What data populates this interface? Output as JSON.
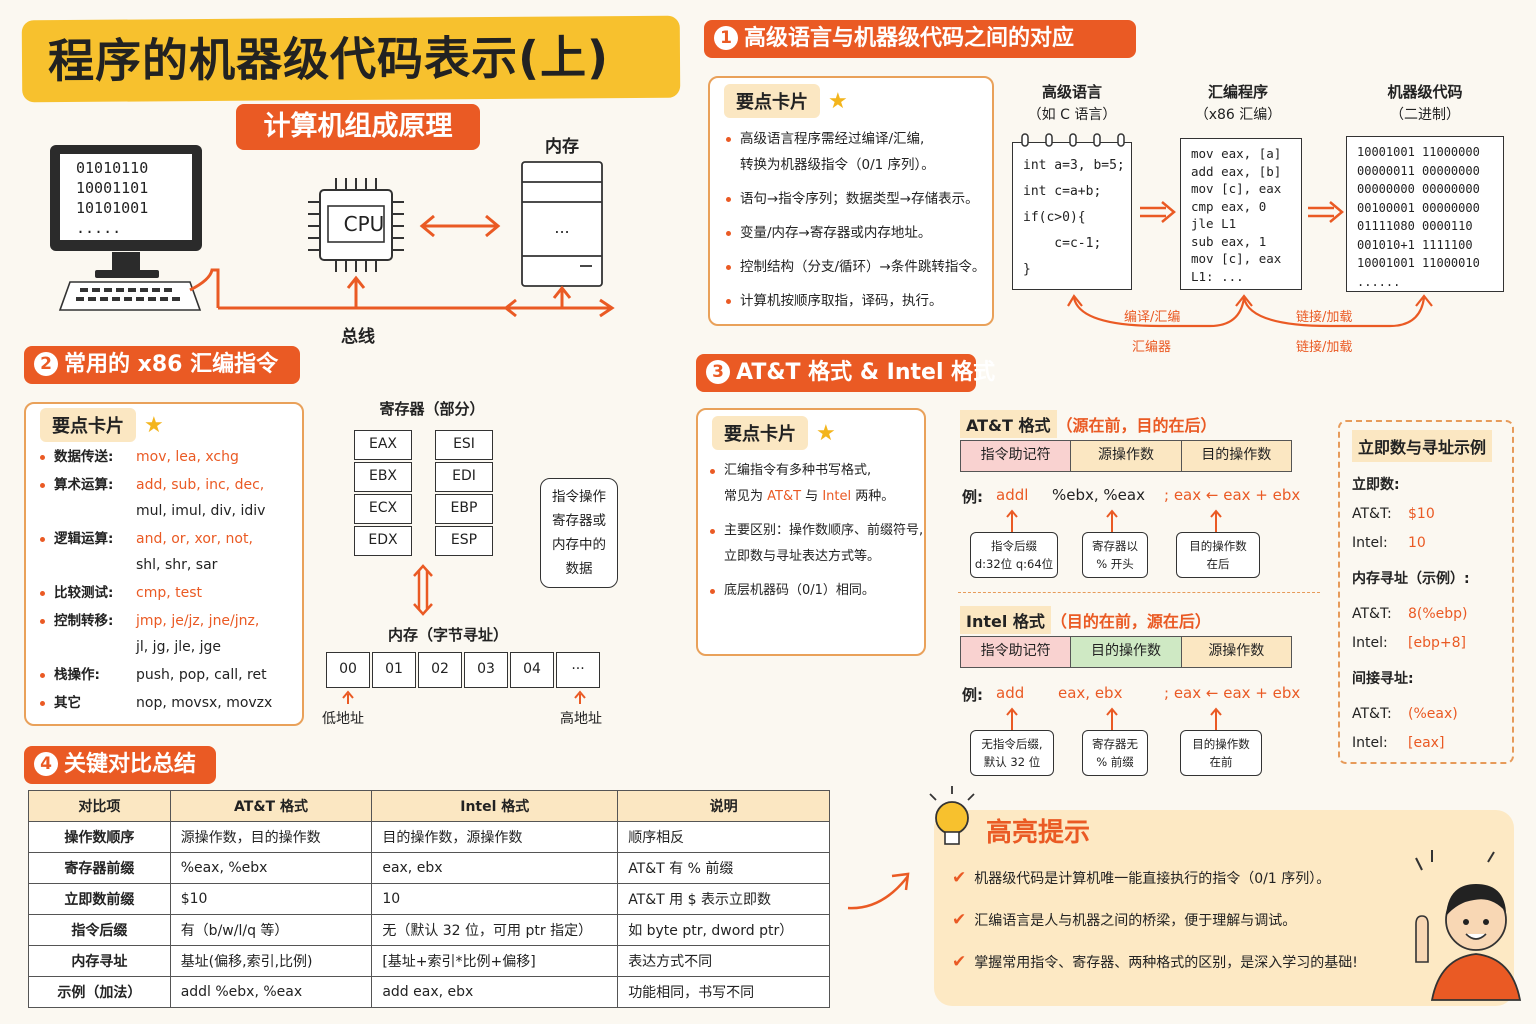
{
  "title": "程序的机器级代码表示(上)",
  "subtitle": "计算机组成原理",
  "diagram": {
    "screen_lines": [
      "01010110",
      "10001101",
      "10101001",
      "....."
    ],
    "cpu": "CPU",
    "memory_label": "内存",
    "memory_dots": "...",
    "bus_label": "总线"
  },
  "sec1": {
    "num": "1",
    "title": "高级语言与机器级代码之间的对应",
    "card_tag": "要点卡片",
    "bullets": [
      "高级语言程序需经过编译/汇编,",
      "转换为机器级指令（0/1 序列）。",
      "语句→指令序列；数据类型→存储表示。",
      "变量/内存→寄存器或内存地址。",
      "控制结构（分支/循环）→条件跳转指令。",
      "计算机按顺序取指，译码，执行。"
    ],
    "col1_title": "高级语言",
    "col1_sub": "（如 C 语言）",
    "col2_title": "汇编程序",
    "col2_sub": "（x86 汇编）",
    "col3_title": "机器级代码",
    "col3_sub": "（二进制）",
    "c_code": "int a=3, b=5;\n\nint c=a+b;\n\nif(c>0){\n\n    c=c-1;\n\n}",
    "asm_code": "mov eax, [a]\nadd eax, [b]\nmov [c], eax\ncmp eax, 0\njle L1\nsub eax, 1\nmov [c], eax\nL1: ...",
    "bin_code": "10001001 11000000\n00000011 00000000\n00000000 00000000\n00100001 00000000\n01111080 0000110\n001010+1 1111100\n10001001 11000010\n......",
    "lbl_compile": "编译/汇编",
    "lbl_assembler": "汇编器",
    "lbl_link1": "链接/加载",
    "lbl_link2": "链接/加载"
  },
  "sec2": {
    "num": "2",
    "title": "常用的 x86 汇编指令",
    "card_tag": "要点卡片",
    "rows": [
      {
        "k": "数据传送:",
        "v": "mov, lea, xchg",
        "v2": ""
      },
      {
        "k": "算术运算:",
        "v": "add, sub, inc, dec,",
        "v2": "mul, imul, div, idiv"
      },
      {
        "k": "逻辑运算:",
        "v": "and, or, xor, not,",
        "v2": "shl, shr, sar"
      },
      {
        "k": "比较测试:",
        "v": "cmp, test",
        "v2": ""
      },
      {
        "k": "控制转移:",
        "v": "jmp, je/jz, jne/jnz,",
        "v2": "jl, jg, jle, jge"
      },
      {
        "k": "栈操作:",
        "v": "push, pop, call, ret",
        "v2": ""
      },
      {
        "k": "其它",
        "v": "nop, movsx, movzx",
        "v2": ""
      }
    ],
    "reg_title": "寄存器（部分）",
    "regs_left": [
      "EAX",
      "EBX",
      "ECX",
      "EDX"
    ],
    "regs_right": [
      "ESI",
      "EDI",
      "EBP",
      "ESP"
    ],
    "bubble": "指令操作\n寄存器或\n内存中的\n数据",
    "mem_title": "内存（字节寻址）",
    "mem_cells": [
      "00",
      "01",
      "02",
      "03",
      "04",
      "···"
    ],
    "low_addr": "低地址",
    "high_addr": "高地址"
  },
  "sec3": {
    "num": "3",
    "title": "AT&T 格式 & Intel 格式",
    "card_tag": "要点卡片",
    "bullets": [
      "汇编指令有多种书写格式,",
      "常见为 AT&T 与 Intel 两种。",
      "主要区别：操作数顺序、前缀符号,",
      "立即数与寻址表达方式等。",
      "底层机器码（0/1）相同。"
    ],
    "bullet_hl1": "AT&T",
    "bullet_hl2": "Intel",
    "att_title": "AT&T 格式",
    "att_hint": "（源在前，目的在后）",
    "att_cols": [
      "指令助记符",
      "源操作数",
      "目的操作数"
    ],
    "ex_label": "例:",
    "att_ex_op": "addl",
    "att_ex_args": "%ebx, %eax",
    "att_ex_comment": "; eax ← eax + ebx",
    "att_notes": [
      "指令后缀\nd:32位 q:64位",
      "寄存器以\n% 开头",
      "目的操作数\n在后"
    ],
    "intel_title": "Intel 格式",
    "intel_hint": "（目的在前，源在后）",
    "intel_cols": [
      "指令助记符",
      "目的操作数",
      "源操作数"
    ],
    "intel_ex_op": "add",
    "intel_ex_args": "eax, ebx",
    "intel_ex_comment": "; eax ← eax + ebx",
    "intel_notes": [
      "无指令后缀,\n默认 32 位",
      "寄存器无\n% 前缀",
      "目的操作数\n在前"
    ],
    "imm_title": "立即数与寻址示例",
    "imm_groups": [
      {
        "h": "立即数:",
        "att": "$10",
        "intel": "10"
      },
      {
        "h": "内存寻址（示例）:",
        "att": "8(%ebp)",
        "intel": "[ebp+8]"
      },
      {
        "h": "间接寻址:",
        "att": "(%eax)",
        "intel": "[eax]"
      }
    ],
    "att_lbl": "AT&T:",
    "intel_lbl": "Intel:"
  },
  "sec4": {
    "num": "4",
    "title": "关键对比总结",
    "headers": [
      "对比项",
      "AT&T 格式",
      "Intel 格式",
      "说明"
    ],
    "rows": [
      [
        "操作数顺序",
        "源操作数，目的操作数",
        "目的操作数，源操作数",
        "顺序相反"
      ],
      [
        "寄存器前缀",
        "%eax, %ebx",
        "eax, ebx",
        "AT&T 有 % 前缀"
      ],
      [
        "立即数前缀",
        "$10",
        "10",
        "AT&T 用 $ 表示立即数"
      ],
      [
        "指令后缀",
        "有（b/w/l/q 等）",
        "无（默认 32 位，可用 ptr 指定）",
        "如 byte ptr, dword ptr）"
      ],
      [
        "内存寻址",
        "基址(偏移,索引,比例)",
        "[基址+索引*比例+偏移]",
        "表达方式不同"
      ],
      [
        "示例（加法）",
        "addl %ebx, %eax",
        "add eax, ebx",
        "功能相同，书写不同"
      ]
    ]
  },
  "highlight": {
    "title": "高亮提示",
    "tips": [
      "机器级代码是计算机唯一能直接执行的指令（0/1 序列）。",
      "汇编语言是人与机器之间的桥梁，便于理解与调试。",
      "掌握常用指令、寄存器、两种格式的区别，是深入学习的基础!"
    ]
  },
  "colors": {
    "accent": "#ea5a24",
    "yellow": "#f7c12e",
    "card_bg": "#fbe7c2"
  }
}
